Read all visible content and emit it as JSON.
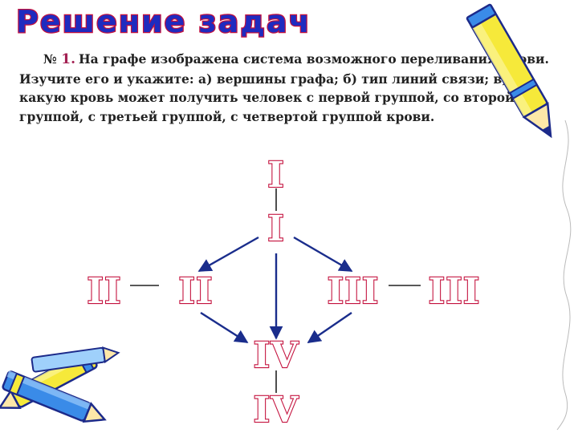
{
  "title": "Решение задач",
  "task": {
    "number_sign": "№",
    "number": "1.",
    "text": "На графе изображена система возможного переливания крови. Изучите его и укажите: а) вершины графа; б) тип линий связи; в) какую кровь может получить человек с первой группой, со второй группой, с третьей группой, с четвертой группой крови."
  },
  "graph": {
    "nodes": {
      "i_top": "I",
      "i_bottom": "I",
      "ii_left": "II",
      "ii_right": "II",
      "iii_left": "III",
      "iii_right": "III",
      "iv_top": "IV",
      "iv_bottom": "IV"
    }
  },
  "colors": {
    "title_fill": "#1f2bbf",
    "title_outline": "#c4123e",
    "node_outline": "#c4123e",
    "arrow": "#1a2d8c",
    "pencil_yellow": "#f6e93a",
    "pencil_blue": "#3a8be8"
  },
  "decorations": {
    "top_right": "pencil-icon",
    "bottom_left": "pencils-icon"
  }
}
